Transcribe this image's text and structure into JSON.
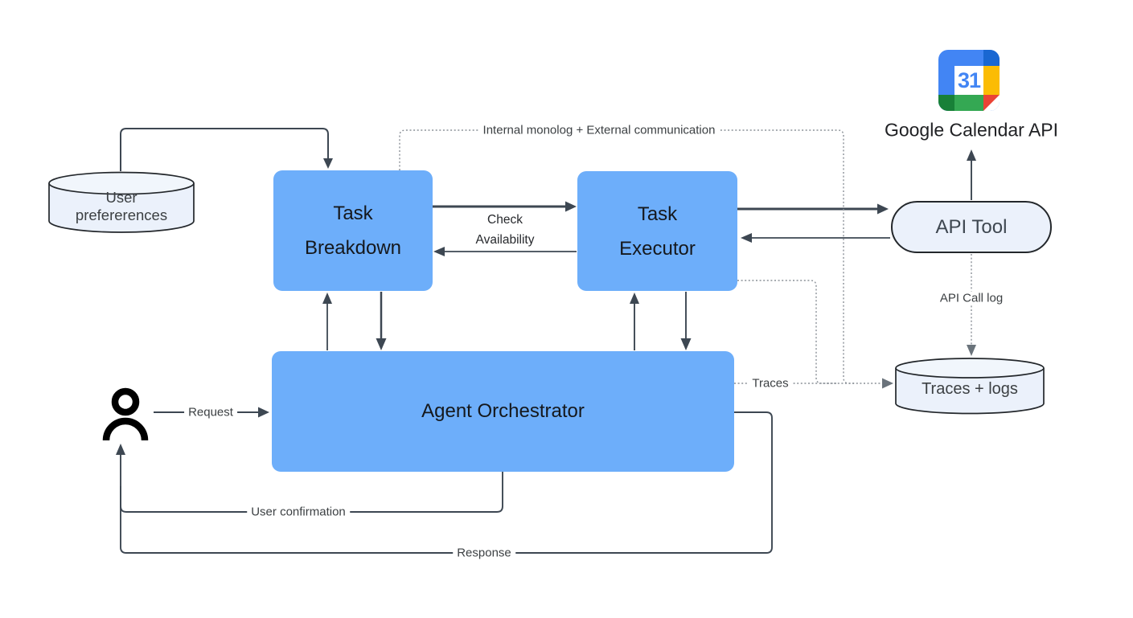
{
  "nodes": {
    "user_preferences": {
      "line1": "User",
      "line2": "prefererences"
    },
    "task_breakdown": {
      "line1": "Task",
      "line2": "Breakdown"
    },
    "task_executor": {
      "line1": "Task",
      "line2": "Executor"
    },
    "agent_orchestrator": {
      "label": "Agent Orchestrator"
    },
    "api_tool": {
      "label": "API Tool"
    },
    "google_calendar_api": {
      "label": "Google Calendar API",
      "icon_day": "31"
    },
    "traces_logs": {
      "label": "Traces + logs"
    }
  },
  "edge_labels": {
    "request": "Request",
    "user_confirmation": "User confirmation",
    "response": "Response",
    "traces": "Traces",
    "api_call_log": "API Call log",
    "internal_monolog": "Internal monolog + External communication",
    "check_availability_line1": "Check",
    "check_availability_line2": "Availability"
  },
  "icons": {
    "user": "person-icon",
    "calendar": "google-calendar-icon"
  },
  "colors": {
    "process_box": "#6DAEFA",
    "store_fill": "#EBF1FB",
    "store_top_fill": "#F1F6FC",
    "outline": "#23272B",
    "arrow": "#3D4752",
    "dotted_line": "#8A9097",
    "dotted_arrowhead": "#6A737B",
    "edge_label_text": "#3C4043",
    "gcal_blue": "#4285F4",
    "gcal_dark_blue": "#1967D2",
    "gcal_yellow": "#FBBC04",
    "gcal_green": "#34A853",
    "gcal_dark_green": "#188038",
    "gcal_red": "#EA4335"
  }
}
